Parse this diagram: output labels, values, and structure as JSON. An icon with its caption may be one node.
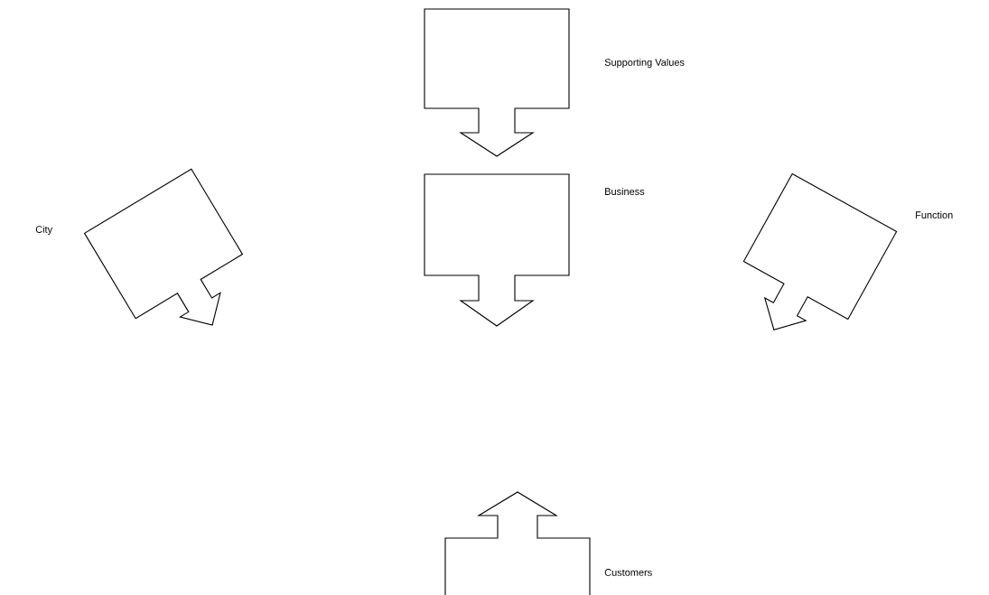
{
  "diagram": {
    "nodes": [
      {
        "text": [
          "Supporting Values"
        ]
      },
      {
        "text": [
          "City"
        ]
      },
      {
        "text": [
          "Business"
        ]
      },
      {
        "text": [
          "Function"
        ]
      },
      {
        "text": [
          "Customers"
        ]
      }
    ]
  }
}
